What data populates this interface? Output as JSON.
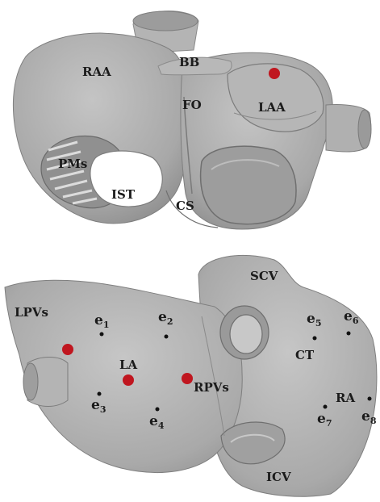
{
  "top_panel": {
    "labels": {
      "raa": "RAA",
      "bb": "BB",
      "fo": "FO",
      "laa": "LAA",
      "pms": "PMs",
      "ist": "IST",
      "cs": "CS"
    }
  },
  "bottom_panel": {
    "labels": {
      "scv": "SCV",
      "lpvs": "LPVs",
      "la": "LA",
      "rpvs": "RPVs",
      "ct": "CT",
      "ra": "RA",
      "icv": "ICV"
    },
    "electrodes": [
      {
        "base": "e",
        "sub": "1"
      },
      {
        "base": "e",
        "sub": "2"
      },
      {
        "base": "e",
        "sub": "3"
      },
      {
        "base": "e",
        "sub": "4"
      },
      {
        "base": "e",
        "sub": "5"
      },
      {
        "base": "e",
        "sub": "6"
      },
      {
        "base": "e",
        "sub": "7"
      },
      {
        "base": "e",
        "sub": "8"
      }
    ]
  },
  "colors": {
    "tissue_fill": "#a9a9a9",
    "tissue_shadow": "#7c7c7c",
    "tissue_highlight": "#c9c9c9",
    "stimulus_marker": "#c0161f",
    "electrode_dot": "#111111"
  }
}
